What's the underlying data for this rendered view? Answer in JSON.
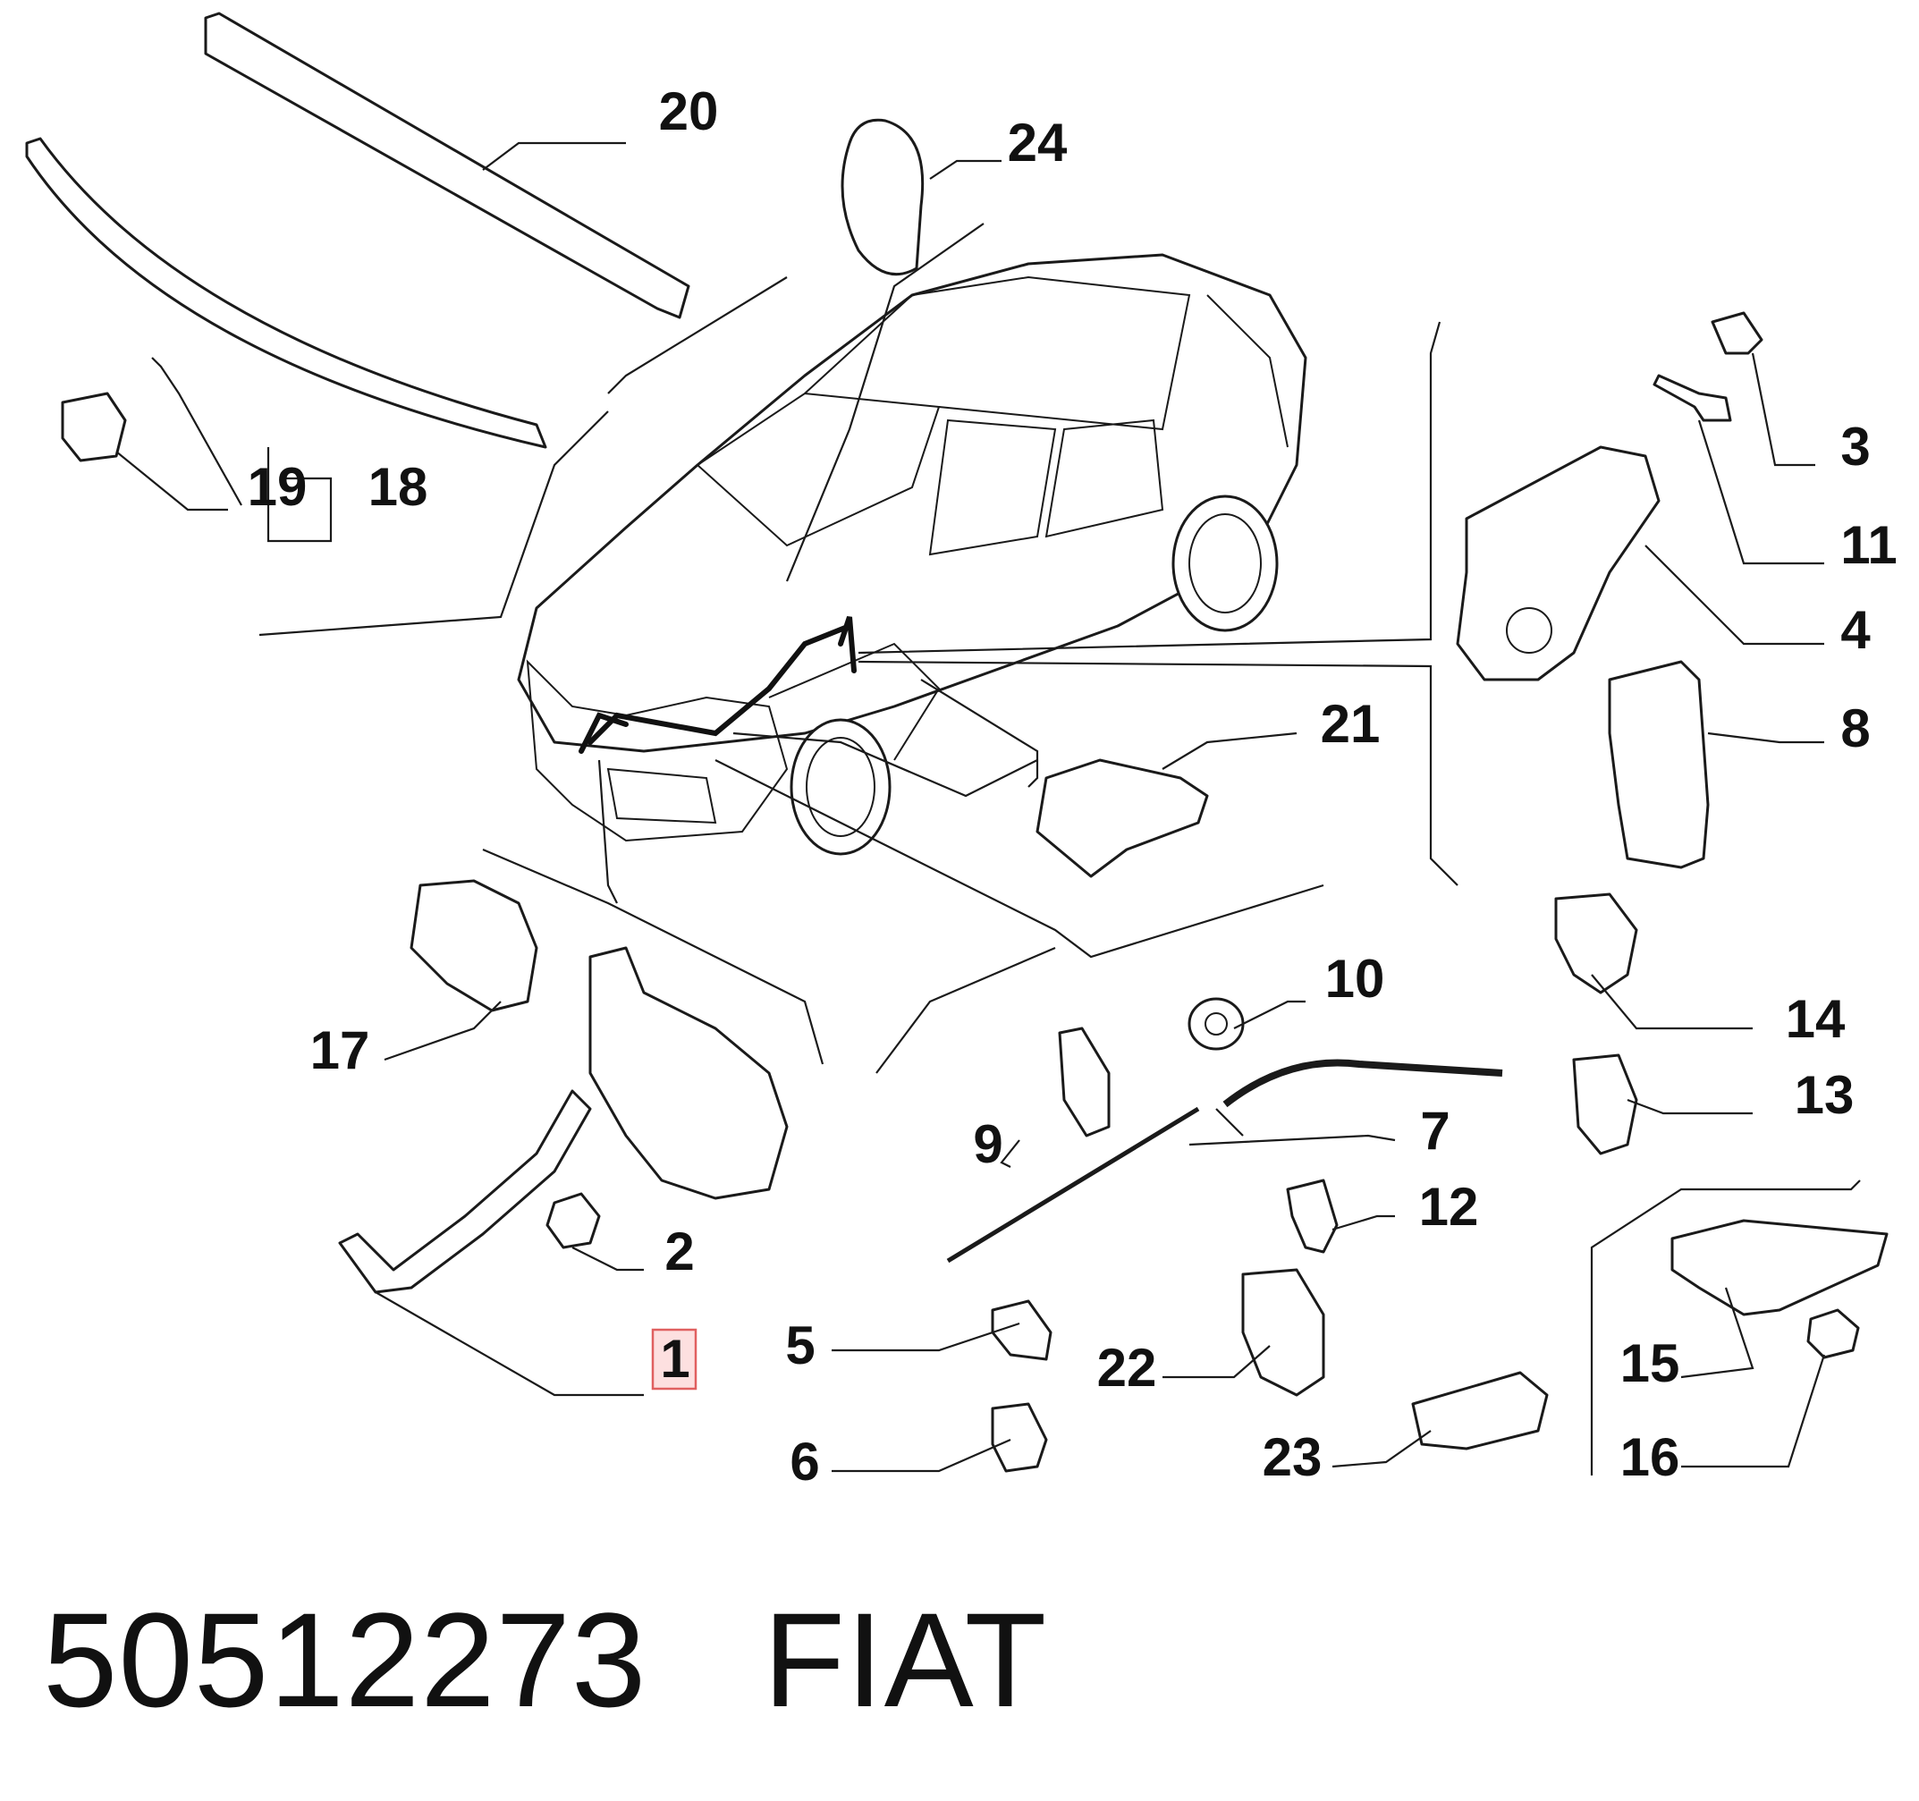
{
  "callouts": [
    "1",
    "2",
    "3",
    "4",
    "5",
    "6",
    "7",
    "8",
    "9",
    "10",
    "11",
    "12",
    "13",
    "14",
    "15",
    "16",
    "17",
    "18",
    "19",
    "20",
    "21",
    "22",
    "23",
    "24"
  ],
  "highlighted_callout": "1",
  "colors": {
    "highlight_fill": "#fde0e0",
    "highlight_stroke": "#e06060"
  },
  "footer": {
    "part_number": "50512273",
    "brand": "FIAT"
  }
}
